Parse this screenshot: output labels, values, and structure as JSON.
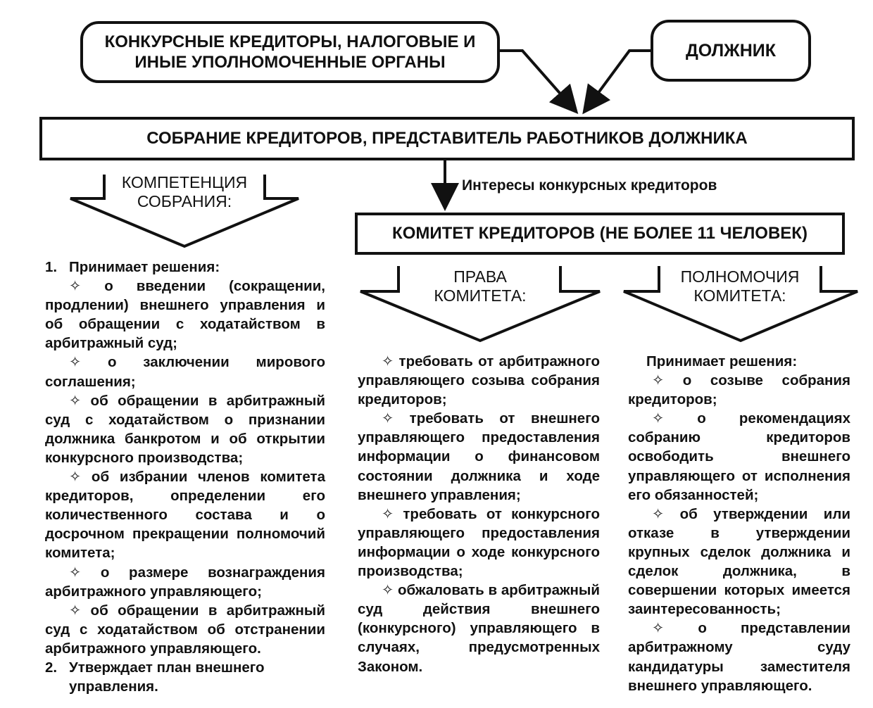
{
  "top": {
    "creditors": "КОНКУРСНЫЕ КРЕДИТОРЫ, НАЛОГОВЫЕ И ИНЫЕ УПОЛНОМОЧЕННЫЕ ОРГАНЫ",
    "debtor": "ДОЛЖНИК"
  },
  "meeting": "СОБРАНИЕ КРЕДИТОРОВ, ПРЕДСТАВИТЕЛЬ РАБОТНИКОВ ДОЛЖНИКА",
  "interests": "Интересы конкурсных кредиторов",
  "committee": "КОМИТЕТ КРЕДИТОРОВ (НЕ БОЛЕЕ 11 ЧЕЛОВЕК)",
  "arrows": {
    "competence": {
      "line1": "КОМПЕТЕНЦИЯ",
      "line2": "СОБРАНИЯ:"
    },
    "rights": {
      "line1": "ПРАВА",
      "line2": "КОМИТЕТА:"
    },
    "powers": {
      "line1": "ПОЛНОМОЧИЯ",
      "line2": "КОМИТЕТА:"
    }
  },
  "left": {
    "item1_num": "1.",
    "item1_head": "Принимает решения:",
    "bullets": [
      "✧ о введении (сокращении, продлении) внешнего управления и об обращении с ходатайством в арбитражный суд;",
      "✧ о заключении мирового соглашения;",
      "✧ об обращении в арбитражный суд с ходатайством о признании должника банкротом и об открытии конкурсного производства;",
      "✧ об избрании членов комитета кредиторов, определении его количественного состава и о досрочном прекращении полномочий комитета;",
      "✧ о размере вознаграждения арбитражного управляющего;",
      "✧ об обращении в арбитражный суд с ходатайством об отстранении арбитражного управляющего."
    ],
    "item2_num": "2.",
    "item2_text": "Утверждает план внешнего управления."
  },
  "middle": {
    "bullets": [
      "✧ требовать от арбитражного управляющего созыва собрания кредиторов;",
      "✧ требовать от внешнего управляющего предоставления информации о финансовом состоянии должника и ходе внешнего управления;",
      "✧ требовать от конкурсного управляющего предоставления информации о ходе конкурсного производства;",
      "✧ обжаловать в арбитражный суд действия внешнего (конкурсного) управляющего в случаях, предусмотренных Законом."
    ]
  },
  "right": {
    "head": "Принимает решения:",
    "bullets": [
      "✧ о созыве собрания кредиторов;",
      "✧ о рекомендациях собранию кредиторов освободить внешнего управляющего от исполнения его обязанностей;",
      "✧ об утверждении или отказе в утверждении крупных сделок должника и сделок должника, в совершении которых имеется заинтересованность;",
      "✧ о представлении арбитражному суду кандидатуры заместителя внешнего управляющего."
    ]
  }
}
